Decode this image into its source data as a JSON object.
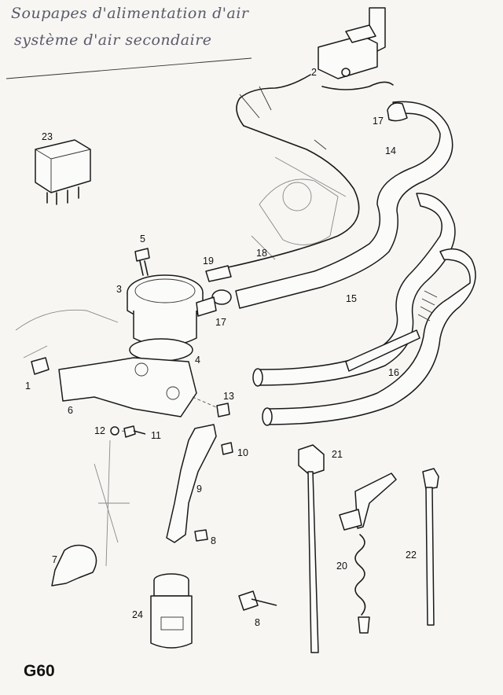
{
  "header": {
    "note_line_1": "Soupapes d'alimentation d'air",
    "note_line_2": "système d'air secondaire"
  },
  "page_code": "G60",
  "callouts": [
    "1",
    "2",
    "3",
    "4",
    "5",
    "6",
    "7",
    "8",
    "8",
    "9",
    "10",
    "11",
    "12",
    "13",
    "14",
    "15",
    "16",
    "17",
    "17",
    "18",
    "19",
    "20",
    "21",
    "22",
    "23",
    "24"
  ]
}
